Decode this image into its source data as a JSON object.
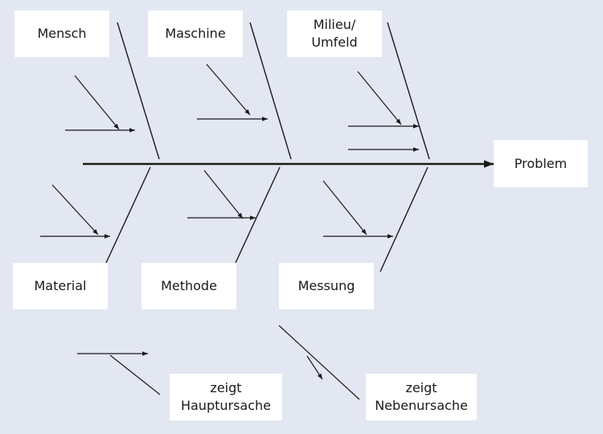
{
  "diagram": {
    "effect": "Problem",
    "causes": {
      "mensch": "Mensch",
      "maschine": "Maschine",
      "milieu": "Milieu/\nUmfeld",
      "material": "Material",
      "methode": "Methode",
      "messung": "Messung"
    },
    "legend": {
      "main_cause": "zeigt\nHauptursache",
      "sub_cause": "zeigt\nNebenursache"
    }
  },
  "colors": {
    "background": "#e2e7f2",
    "box": "#ffffff",
    "line": "#1a1a1a"
  }
}
